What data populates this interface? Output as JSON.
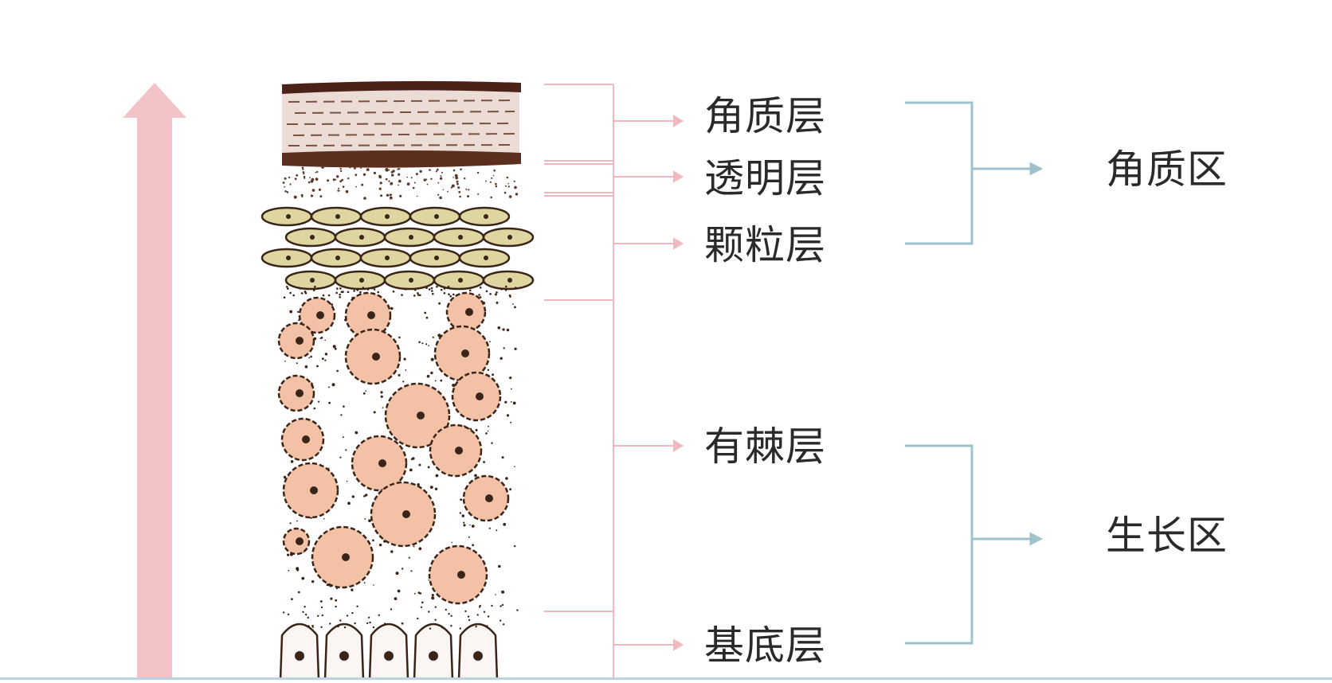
{
  "layers": [
    {
      "id": "stratum-corneum",
      "label": "角质层"
    },
    {
      "id": "stratum-lucidum",
      "label": "透明层"
    },
    {
      "id": "stratum-granulosum",
      "label": "颗粒层"
    },
    {
      "id": "stratum-spinosum",
      "label": "有棘层"
    },
    {
      "id": "stratum-basale",
      "label": "基底层"
    }
  ],
  "zones": [
    {
      "id": "keratin-zone",
      "label": "角质区"
    },
    {
      "id": "growth-zone",
      "label": "生长区"
    }
  ],
  "colors": {
    "up_arrow": "#f4c3c7",
    "pink_lines": "#f2b8bf",
    "teal_brackets": "#9fc2cc",
    "text": "#2a2a2a",
    "cell_fill": "#f3c2a6",
    "cell_outline": "#3a2418",
    "corneum_fill": "#ecdcd6",
    "corneum_top": "#4a2218",
    "granule_fill": "#ddd6a0"
  }
}
